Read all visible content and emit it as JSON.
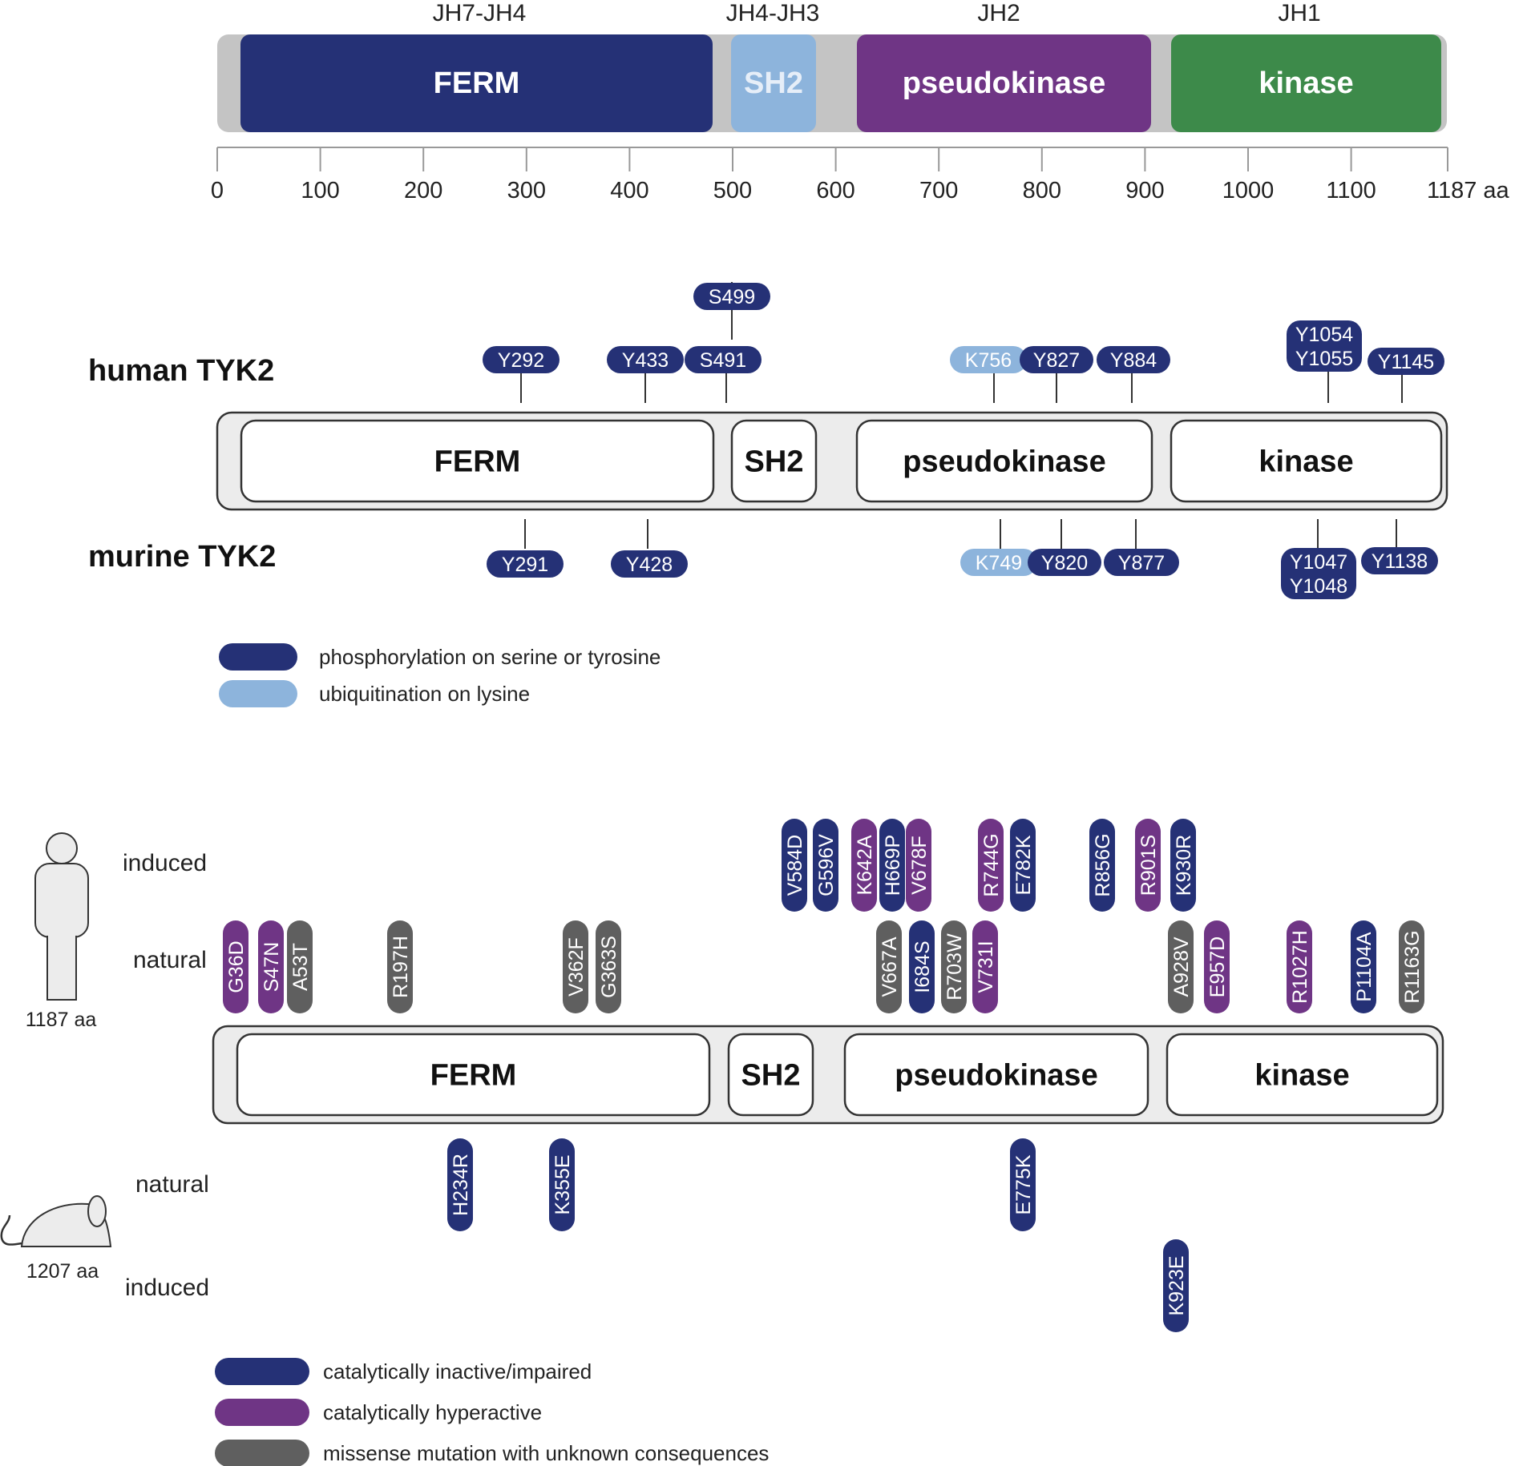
{
  "domain_overview": {
    "regions": [
      {
        "label": "JH7-JH4",
        "domain": "FERM",
        "color": "#253176",
        "text_color": "#ffffff"
      },
      {
        "label": "JH4-JH3",
        "domain": "SH2",
        "color": "#8db4dc",
        "text_color": "#e6eef8"
      },
      {
        "label": "JH2",
        "domain": "pseudokinase",
        "color": "#6f3585",
        "text_color": "#ffffff"
      },
      {
        "label": "JH1",
        "domain": "kinase",
        "color": "#3d8a4a",
        "text_color": "#ffffff"
      }
    ],
    "axis_ticks": [
      "0",
      "100",
      "200",
      "300",
      "400",
      "500",
      "600",
      "700",
      "800",
      "900",
      "1000",
      "1100",
      "1187 aa"
    ]
  },
  "ptm": {
    "human_label": "human TYK2",
    "murine_label": "murine TYK2",
    "domains": [
      "FERM",
      "SH2",
      "pseudokinase",
      "kinase"
    ],
    "human_sites": [
      {
        "label": "Y292",
        "type": "phosphorylation"
      },
      {
        "label": "Y433",
        "type": "phosphorylation"
      },
      {
        "label": "S491",
        "type": "phosphorylation"
      },
      {
        "label": "S499",
        "type": "phosphorylation"
      },
      {
        "label": "K756",
        "type": "ubiquitination"
      },
      {
        "label": "Y827",
        "type": "phosphorylation"
      },
      {
        "label": "Y884",
        "type": "phosphorylation"
      },
      {
        "label": "Y1054",
        "type": "phosphorylation"
      },
      {
        "label": "Y1055",
        "type": "phosphorylation"
      },
      {
        "label": "Y1145",
        "type": "phosphorylation"
      }
    ],
    "murine_sites": [
      {
        "label": "Y291",
        "type": "phosphorylation"
      },
      {
        "label": "Y428",
        "type": "phosphorylation"
      },
      {
        "label": "K749",
        "type": "ubiquitination"
      },
      {
        "label": "Y820",
        "type": "phosphorylation"
      },
      {
        "label": "Y877",
        "type": "phosphorylation"
      },
      {
        "label": "Y1047",
        "type": "phosphorylation"
      },
      {
        "label": "Y1048",
        "type": "phosphorylation"
      },
      {
        "label": "Y1138",
        "type": "phosphorylation"
      }
    ],
    "legend": [
      {
        "label": "phosphorylation on serine or tyrosine",
        "color": "#253176"
      },
      {
        "label": "ubiquitination on lysine",
        "color": "#8db4dc"
      }
    ]
  },
  "mutations": {
    "human_size": "1187 aa",
    "mouse_size": "1207 aa",
    "row_labels": {
      "human_induced": "induced",
      "human_natural": "natural",
      "mouse_natural": "natural",
      "mouse_induced": "induced"
    },
    "domains": [
      "FERM",
      "SH2",
      "pseudokinase",
      "kinase"
    ],
    "human_induced": [
      {
        "label": "V584D",
        "effect": "inactive"
      },
      {
        "label": "G596V",
        "effect": "inactive"
      },
      {
        "label": "K642A",
        "effect": "hyperactive"
      },
      {
        "label": "H669P",
        "effect": "inactive"
      },
      {
        "label": "V678F",
        "effect": "hyperactive"
      },
      {
        "label": "R744G",
        "effect": "hyperactive"
      },
      {
        "label": "E782K",
        "effect": "inactive"
      },
      {
        "label": "R856G",
        "effect": "inactive"
      },
      {
        "label": "R901S",
        "effect": "hyperactive"
      },
      {
        "label": "K930R",
        "effect": "inactive"
      }
    ],
    "human_natural": [
      {
        "label": "G36D",
        "effect": "hyperactive"
      },
      {
        "label": "S47N",
        "effect": "hyperactive"
      },
      {
        "label": "A53T",
        "effect": "unknown"
      },
      {
        "label": "R197H",
        "effect": "unknown"
      },
      {
        "label": "V362F",
        "effect": "unknown"
      },
      {
        "label": "G363S",
        "effect": "unknown"
      },
      {
        "label": "V667A",
        "effect": "unknown"
      },
      {
        "label": "I684S",
        "effect": "inactive"
      },
      {
        "label": "R703W",
        "effect": "unknown"
      },
      {
        "label": "V731I",
        "effect": "hyperactive"
      },
      {
        "label": "A928V",
        "effect": "unknown"
      },
      {
        "label": "E957D",
        "effect": "hyperactive"
      },
      {
        "label": "R1027H",
        "effect": "hyperactive"
      },
      {
        "label": "P1104A",
        "effect": "inactive"
      },
      {
        "label": "R1163G",
        "effect": "unknown"
      }
    ],
    "mouse_natural": [
      {
        "label": "H234R",
        "effect": "inactive"
      },
      {
        "label": "K355E",
        "effect": "inactive"
      },
      {
        "label": "E775K",
        "effect": "inactive"
      }
    ],
    "mouse_induced": [
      {
        "label": "K923E",
        "effect": "inactive"
      }
    ],
    "effect_colors": {
      "inactive": "#253176",
      "hyperactive": "#6f3585",
      "unknown": "#5f5f5f"
    },
    "legend": [
      {
        "label": "catalytically inactive/impaired",
        "color": "#253176"
      },
      {
        "label": "catalytically hyperactive",
        "color": "#6f3585"
      },
      {
        "label": "missense mutation with unknown consequences",
        "color": "#5f5f5f"
      }
    ]
  }
}
